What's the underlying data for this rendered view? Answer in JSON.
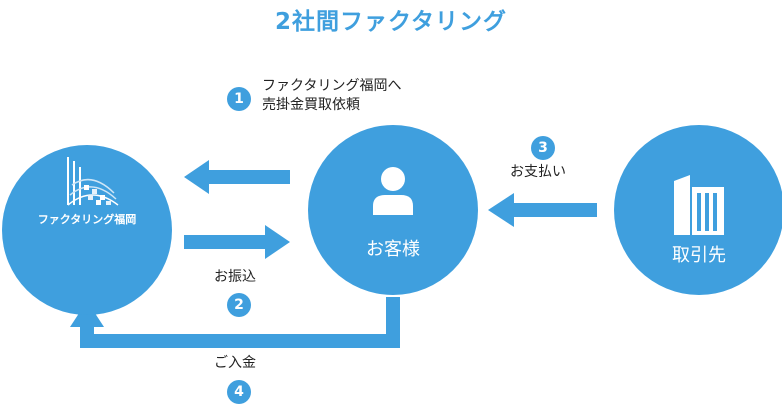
{
  "title": "2社間ファクタリング",
  "nodes": {
    "factoring": {
      "name": "ファクタリング福岡"
    },
    "customer": {
      "name": "お客様"
    },
    "partner": {
      "name": "取引先"
    }
  },
  "steps": [
    {
      "number": "1",
      "line1": "ファクタリング福岡へ",
      "line2": "売掛金買取依頼"
    },
    {
      "number": "2",
      "label": "お振込"
    },
    {
      "number": "3",
      "label": "お支払い"
    },
    {
      "number": "4",
      "label": "ご入金"
    }
  ],
  "colors": {
    "primary": "#3f9fde",
    "text": "#222222",
    "background": "#ffffff"
  },
  "icons": {
    "customer": "person-icon",
    "partner": "building-icon",
    "factoring": "logo-graphic"
  }
}
